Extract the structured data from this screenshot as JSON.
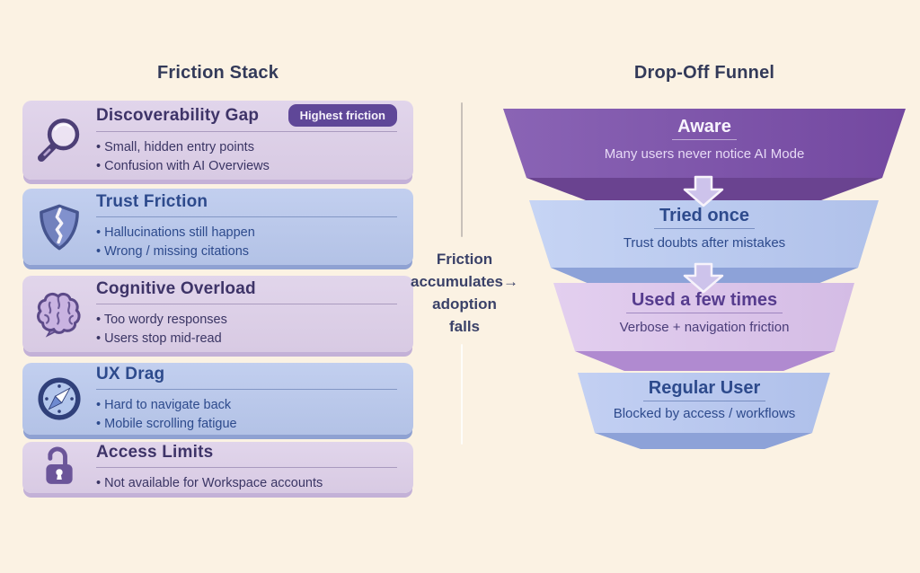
{
  "left": {
    "title": "Friction Stack",
    "cards": [
      {
        "icon": "magnifier-icon",
        "title": "Discoverability Gap",
        "badge": "Highest friction",
        "bullets": [
          "Small, hidden entry points",
          "Confusion with AI Overviews"
        ]
      },
      {
        "icon": "shield-crack-icon",
        "title": "Trust Friction",
        "bullets": [
          "Hallucinations still happen",
          "Wrong / missing citations"
        ]
      },
      {
        "icon": "brain-icon",
        "title": "Cognitive Overload",
        "bullets": [
          "Too wordy responses",
          "Users stop mid-read"
        ]
      },
      {
        "icon": "compass-icon",
        "title": "UX Drag",
        "bullets": [
          "Hard to navigate back",
          "Mobile scrolling fatigue"
        ]
      },
      {
        "icon": "lock-open-icon",
        "title": "Access Limits",
        "bullets": [
          "Not available for Workspace accounts"
        ]
      }
    ]
  },
  "center": {
    "caption": {
      "line1": "Friction",
      "line2": "accumulates→",
      "line3": "adoption",
      "line4": "falls"
    }
  },
  "right": {
    "title": "Drop-Off Funnel",
    "stages": [
      {
        "label": "Aware",
        "description": "Many users never notice AI Mode"
      },
      {
        "label": "Tried once",
        "description": "Trust doubts after mistakes"
      },
      {
        "label": "Used a few times",
        "description": "Verbose + navigation friction"
      },
      {
        "label": "Regular User",
        "description": "Blocked by access / workflows"
      }
    ]
  },
  "colors": {
    "background": "#fbf2e3",
    "card_purple": "#ddd0e8",
    "card_blue": "#bac8e9",
    "badge_bg": "#5f4798",
    "funnel_stage1": "#7c52a6",
    "funnel_stage1_base": "#6a4390",
    "funnel_stage2": "#bccbef",
    "funnel_stage2_base": "#8da2d8",
    "funnel_stage3": "#dcc6ea",
    "funnel_stage3_base": "#b08ad0",
    "funnel_stage4": "#b9c8f0",
    "funnel_stage4_base": "#8da2d8",
    "heading_navy": "#2d4a8c",
    "heading_purple": "#3e3468",
    "title_color": "#333a59"
  }
}
